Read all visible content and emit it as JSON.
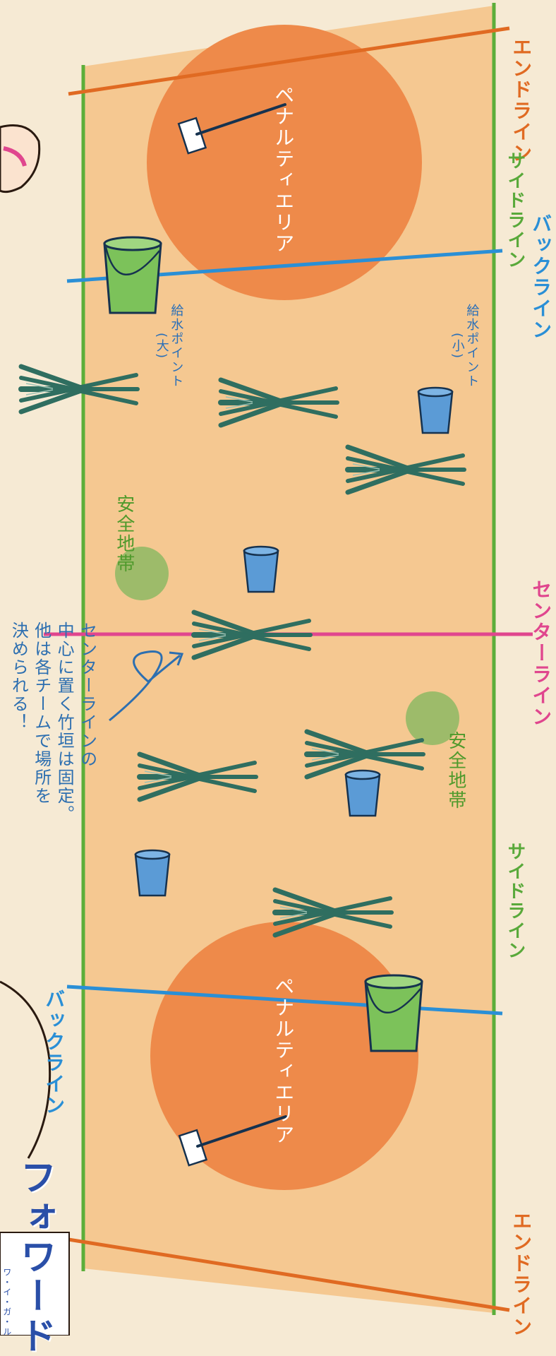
{
  "labels": {
    "end_line": "エンドライン",
    "side_line": "サイドライン",
    "back_line": "バックライン",
    "center_line": "センターライン",
    "penalty_area": "ペナルティエリア",
    "safe_zone": "安全地帯",
    "water_large_1": "給水ポイント",
    "water_large_2": "(大)",
    "water_small_1": "給水ポイント",
    "water_small_2": "(小)",
    "note": "センターラインの\n中心に置く竹垣は固定。\n他は各チームで場所を\n決められる！",
    "forward": "フォワード",
    "footer": "ワ・イ・ガ・ル"
  },
  "colors": {
    "field": "#f5c891",
    "penalty": "#ee8a4a",
    "side_line": "#5cae3a",
    "back_line": "#2a8fd6",
    "center_line": "#e0468e",
    "end_line": "#e06a22",
    "safe_zone": "#9dbb6a",
    "bamboo": "#2f6e60",
    "bucket_small": "#5b9bd6",
    "bucket_large": "#7cc25a"
  },
  "icons": [
    "bamboo-fence-icon",
    "small-bucket-icon",
    "large-bucket-icon",
    "paddle-icon",
    "arrow-icon"
  ]
}
